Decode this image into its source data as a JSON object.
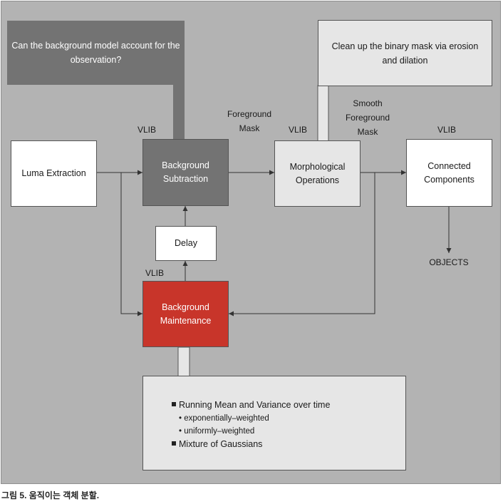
{
  "callouts": {
    "background_question": "Can the background model account for the\nobservation?",
    "morph_note": "Clean up the binary mask via erosion\nand dilation"
  },
  "boxes": {
    "luma": "Luma Extraction",
    "bg_subtraction": "Background\nSubtraction",
    "morphological": "Morphological\nOperations",
    "connected": "Connected\nComponents",
    "delay": "Delay",
    "bg_maintenance": "Background\nMaintenance"
  },
  "labels": {
    "vlib_bg_sub": "VLIB",
    "vlib_morph": "VLIB",
    "vlib_connected": "VLIB",
    "vlib_maintenance": "VLIB",
    "foreground_mask": "Foreground\nMask",
    "smooth_foreground_mask": "Smooth\nForeground\nMask",
    "objects": "OBJECTS"
  },
  "methods": {
    "item1": "Running Mean and Variance over time",
    "sub1": "• exponentially–weighted",
    "sub2": "• uniformly–weighted",
    "item2": "Mixture of Gaussians"
  },
  "caption": "그림 5. 움직이는 객체 분할."
}
